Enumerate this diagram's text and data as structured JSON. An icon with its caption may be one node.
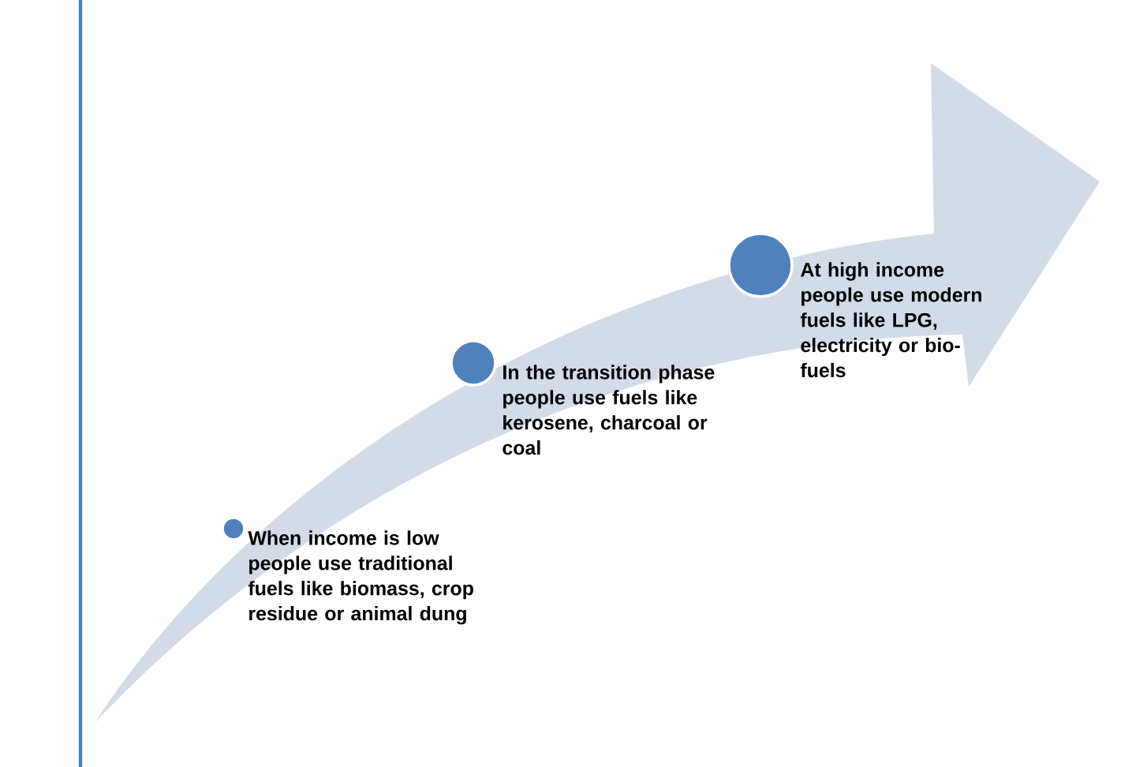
{
  "diagram": {
    "nodes": [
      {
        "text": [
          "When income is low people use traditional fuels like biomass, crop residue or animal dung"
        ]
      },
      {
        "text": [
          "In the transition phase people use fuels like kerosene, charcoal or coal"
        ]
      },
      {
        "text": [
          "At high income people use modern fuels like LPG, electricity or bio-fuels"
        ]
      }
    ]
  }
}
